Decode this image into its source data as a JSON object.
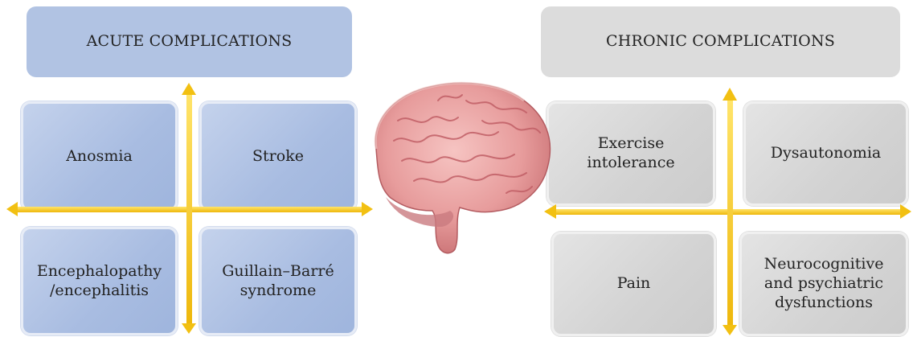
{
  "acute": {
    "title": "ACUTE COMPLICATIONS",
    "items": [
      "Anosmia",
      "Stroke",
      "Encephalopathy\n/encephalitis",
      "Guillain–Barré\nsyndrome"
    ]
  },
  "chronic": {
    "title": "CHRONIC COMPLICATIONS",
    "items": [
      "Exercise\nintolerance",
      "Dysautonomia",
      "Pain",
      "Neurocognitive\nand psychiatric\ndysfunctions"
    ]
  },
  "colors": {
    "acute": "#b1c3e3",
    "chronic": "#dcdcdc",
    "arrow": "#f5c518",
    "brain": "#e7a0a0"
  },
  "icons": {
    "center_image": "brain-icon"
  }
}
